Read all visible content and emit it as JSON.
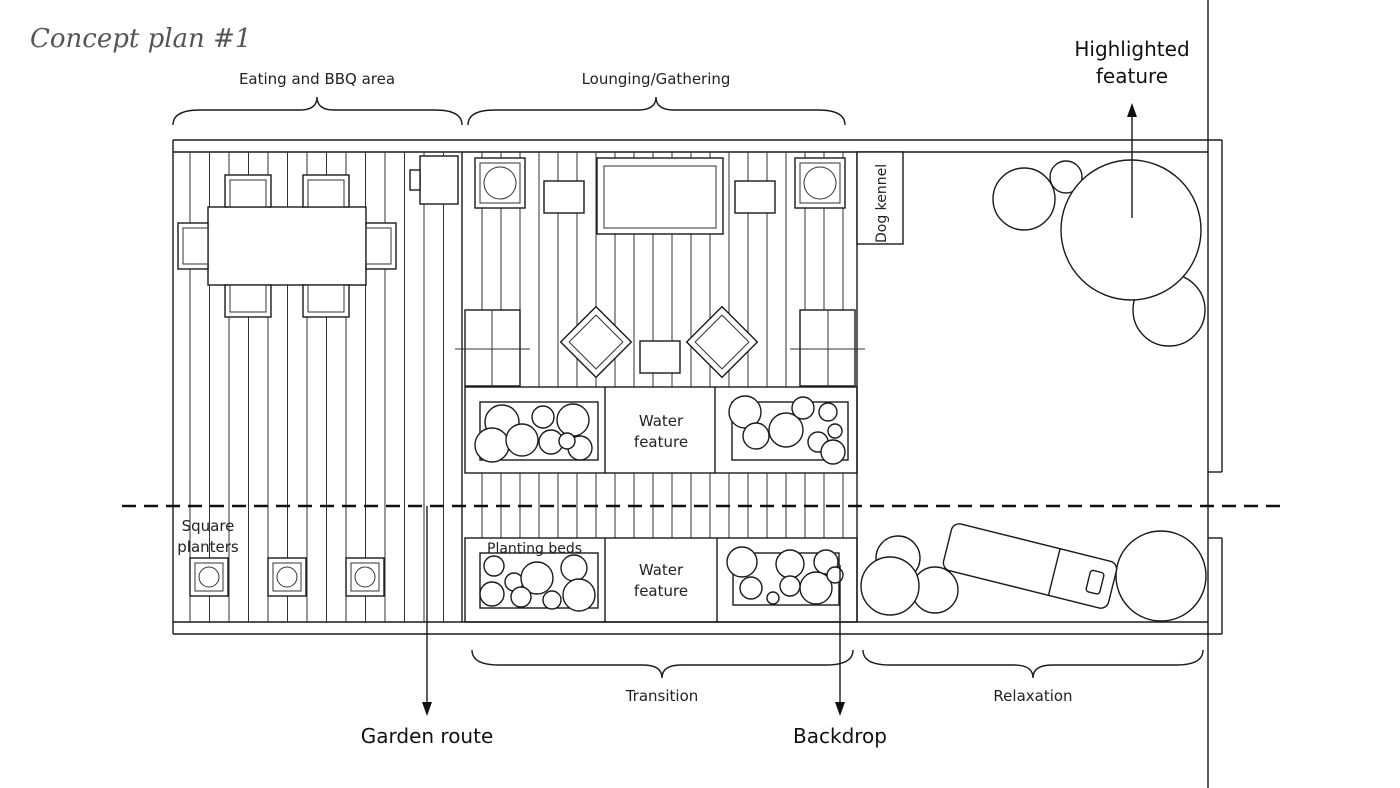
{
  "title": "Concept plan #1",
  "zones": {
    "eating": "Eating and BBQ area",
    "lounging": "Lounging/Gathering",
    "transition": "Transition",
    "relaxation": "Relaxation"
  },
  "labels": {
    "highlighted_line1": "Highlighted",
    "highlighted_line2": "feature",
    "dog_kennel": "Dog kennel",
    "water1_line1": "Water",
    "water1_line2": "feature",
    "water2_line1": "Water",
    "water2_line2": "feature",
    "square_line1": "Square",
    "square_line2": "planters",
    "planting_beds": "Planting beds",
    "garden_route": "Garden route",
    "backdrop": "Backdrop"
  }
}
